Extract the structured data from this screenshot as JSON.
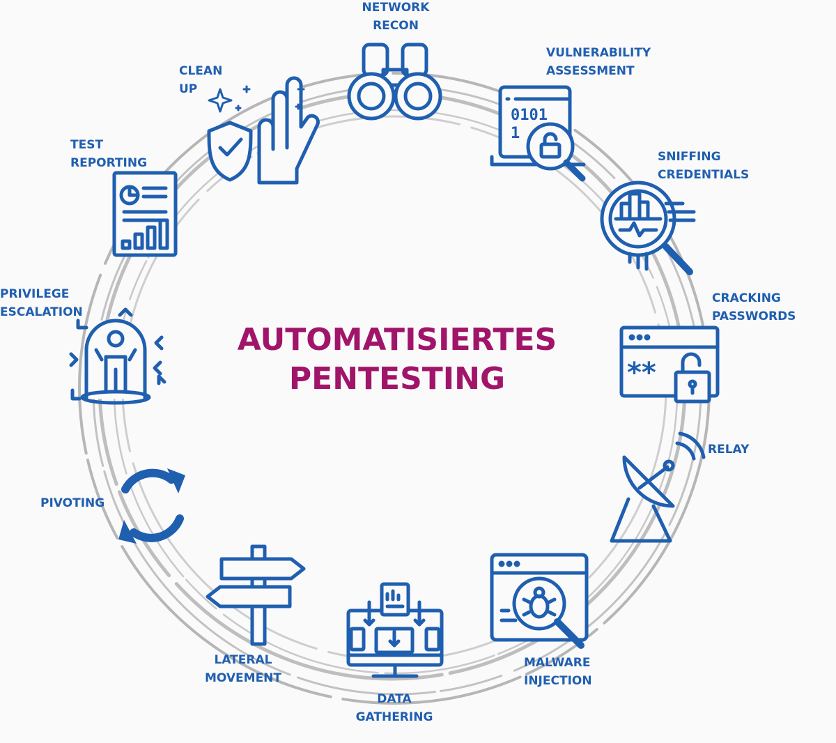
{
  "title": {
    "line1": "AUTOMATISIERTES",
    "line2": "PENTESTING"
  },
  "colors": {
    "icon": "#1f5fb0",
    "label": "#1f5fb0",
    "title": "#a0156a",
    "ring": "#a9a9a9"
  },
  "steps": [
    {
      "icon": "binoculars-icon",
      "line1": "NETWORK",
      "line2": "RECON"
    },
    {
      "icon": "code-magnifier-lock-icon",
      "line1": "VULNERABILITY",
      "line2": "ASSESSMENT"
    },
    {
      "icon": "magnifier-chart-icon",
      "line1": "SNIFFING",
      "line2": "CREDENTIALS"
    },
    {
      "icon": "browser-password-lock-icon",
      "line1": "CRACKING",
      "line2": "PASSWORDS"
    },
    {
      "icon": "satellite-dish-icon",
      "line1": "RELAY",
      "line2": ""
    },
    {
      "icon": "browser-bug-magnifier-icon",
      "line1": "MALWARE",
      "line2": "INJECTION"
    },
    {
      "icon": "monitor-data-icon",
      "line1": "DATA",
      "line2": "GATHERING"
    },
    {
      "icon": "signpost-icon",
      "line1": "LATERAL",
      "line2": "MOVEMENT"
    },
    {
      "icon": "refresh-arrows-icon",
      "line1": "PIVOTING",
      "line2": ""
    },
    {
      "icon": "person-dome-icon",
      "line1": "PRIVILEGE",
      "line2": "ESCALATION"
    },
    {
      "icon": "report-document-icon",
      "line1": "TEST",
      "line2": "REPORTING"
    },
    {
      "icon": "shield-hand-sparkle-icon",
      "line1": "CLEAN",
      "line2": "UP"
    }
  ]
}
